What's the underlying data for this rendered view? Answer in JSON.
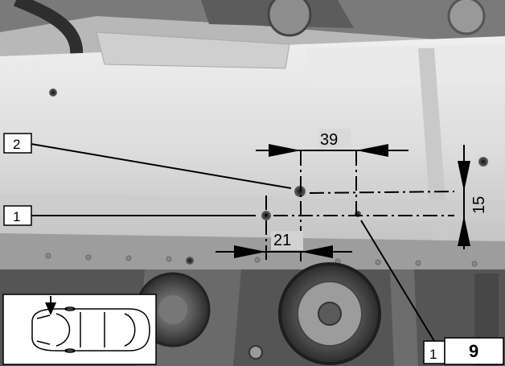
{
  "photo": {
    "description_icon": "vehicle-underbody-photo",
    "tone_light": "#d6d6d6",
    "tone_mid": "#a9a9a9",
    "tone_dark": "#3a3a3a"
  },
  "callouts": {
    "label_2": "2",
    "label_1_left": "1",
    "label_1_bottom": "1"
  },
  "dimensions": {
    "dim_39": "39",
    "dim_21": "21",
    "dim_15": "15"
  },
  "figure": {
    "number": "9"
  },
  "inset": {
    "icon": "car-top-view-icon"
  }
}
